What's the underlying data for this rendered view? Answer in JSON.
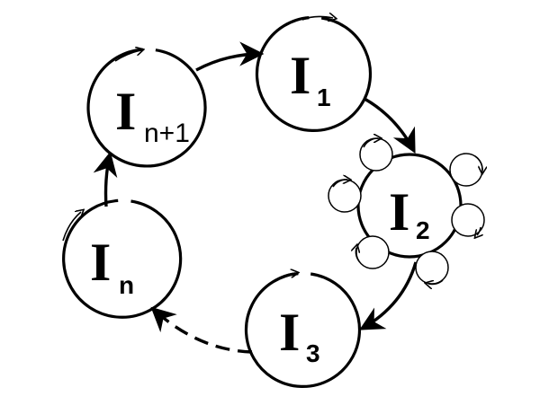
{
  "diagram": {
    "nodes": [
      {
        "id": "n_plus_1",
        "letter": "I",
        "subscript": "n+1"
      },
      {
        "id": "one",
        "letter": "I",
        "subscript": "1"
      },
      {
        "id": "two",
        "letter": "I",
        "subscript": "2"
      },
      {
        "id": "three",
        "letter": "I",
        "subscript": "3"
      },
      {
        "id": "n",
        "letter": "I",
        "subscript": "n"
      }
    ]
  }
}
